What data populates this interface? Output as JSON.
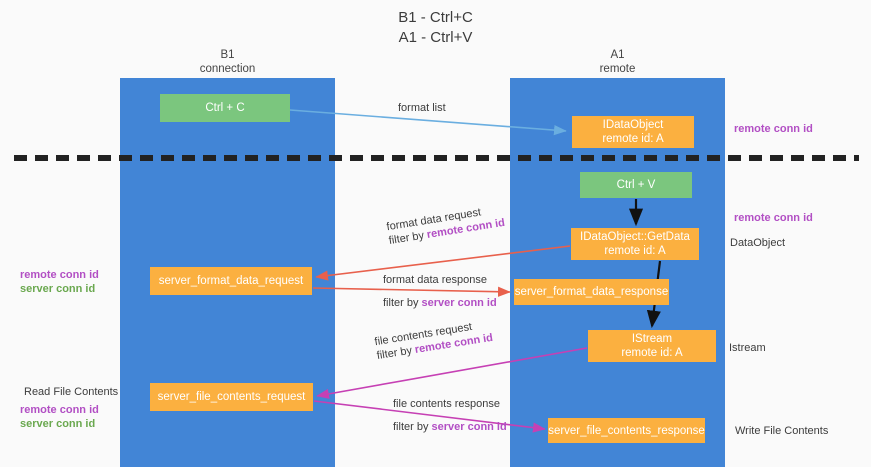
{
  "heading": {
    "line1": "B1 - Ctrl+C",
    "line2": "A1 - Ctrl+V"
  },
  "lanes": [
    {
      "id": "b1",
      "title_line1": "B1",
      "title_line2": "connection",
      "color": "#4285d6"
    },
    {
      "id": "a1",
      "title_line1": "A1",
      "title_line2": "remote",
      "color": "#4285d6"
    }
  ],
  "boxes": {
    "ctrl_c": {
      "label": "Ctrl + C",
      "color": "#7bc67e"
    },
    "idataobject": {
      "line1": "IDataObject",
      "line2": "remote id: A",
      "color": "#fbb040"
    },
    "ctrl_v": {
      "label": "Ctrl + V",
      "color": "#7bc67e"
    },
    "getdata": {
      "line1": "IDataObject::GetData",
      "line2": "remote id: A",
      "color": "#fbb040"
    },
    "istream": {
      "line1": "IStream",
      "line2": "remote id: A",
      "color": "#fbb040"
    },
    "server_format_data_request": {
      "label": "server_format_data_request",
      "color": "#fbb040"
    },
    "server_format_data_response": {
      "label": "server_format_data_response",
      "color": "#fbb040"
    },
    "server_file_contents_request": {
      "label": "server_file_contents_request",
      "color": "#fbb040"
    },
    "server_file_contents_response": {
      "label": "server_file_contents_response",
      "color": "#fbb040"
    }
  },
  "messages": {
    "format_list": {
      "label": "format list"
    },
    "format_data_request": {
      "line1": "format data request",
      "filter_prefix": "filter by ",
      "filter_key": "remote conn id",
      "arrow_color": "#e8604c"
    },
    "format_data_response": {
      "line1": "format data response",
      "filter_prefix": "filter by ",
      "filter_key": "server conn id",
      "arrow_color": "#e8604c"
    },
    "file_contents_request": {
      "line1": "file contents request",
      "filter_prefix": "filter by ",
      "filter_key": "remote conn id",
      "arrow_color": "#c640b4"
    },
    "file_contents_response": {
      "line1": "file contents response",
      "filter_prefix": "filter by ",
      "filter_key": "server conn id",
      "arrow_color": "#c640b4"
    }
  },
  "annotations": {
    "remote_conn_id_top": "remote conn id",
    "remote_conn_id_mid": "remote conn id",
    "dataobject": "DataObject",
    "istream": "Istream",
    "write_file_contents": "Write File Contents",
    "read_file_contents": "Read File Contents",
    "left_ids_upper": {
      "remote": "remote conn id",
      "server": "server conn id"
    },
    "left_ids_lower": {
      "remote": "remote conn id",
      "server": "server conn id"
    }
  },
  "colors": {
    "lane": "#4285d6",
    "green_box": "#7bc67e",
    "orange_box": "#fbb040",
    "purple_text": "#b24fc4",
    "green_text": "#6aa84f",
    "red_arrow": "#e8604c",
    "magenta_arrow": "#c640b4",
    "blue_arrow": "#6aaee0",
    "divider": "#222222",
    "background": "#fafafa"
  }
}
